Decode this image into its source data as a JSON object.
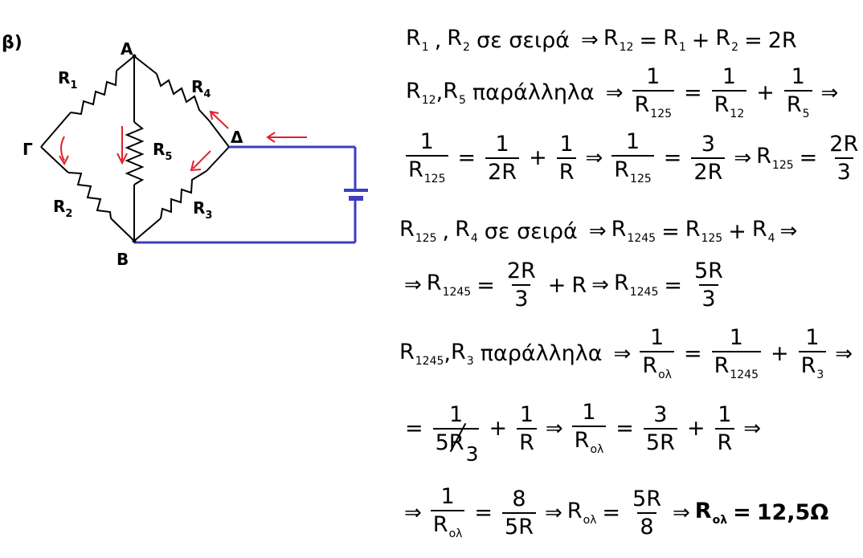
{
  "part_label": "β)",
  "nodes": {
    "A": "A",
    "B": "B",
    "G": "Γ",
    "D": "Δ"
  },
  "resistors": {
    "r1": "R",
    "r1_sub": "1",
    "r2": "R",
    "r2_sub": "2",
    "r3": "R",
    "r3_sub": "3",
    "r4": "R",
    "r4_sub": "4",
    "r5": "R",
    "r5_sub": "5"
  },
  "colors": {
    "wire": "#000000",
    "battery_wire": "#3b3fbf",
    "arrow": "#e0202a"
  },
  "eq": {
    "parallel": "παράλληλα",
    "series": "σε σειρά",
    "l1": {
      "a": "R",
      "a_sub": "1",
      "comma": ",",
      "b": "R",
      "b_sub": "2",
      "c": "R",
      "c_sub": "12",
      "eq1": "=",
      "d": "R",
      "d_sub": "1",
      "plus": "+",
      "e": "R",
      "e_sub": "2",
      "eq2": "=",
      "res": "2R"
    },
    "l2": {
      "a": "R",
      "a_sub": "12",
      "comma": ",",
      "b": "R",
      "b_sub": "5",
      "f1_num": "1",
      "f1_den": "R",
      "f1_den_sub": "125",
      "eq": "=",
      "f2_num": "1",
      "f2_den": "R",
      "f2_den_sub": "12",
      "plus": "+",
      "f3_num": "1",
      "f3_den": "R",
      "f3_den_sub": "5"
    },
    "l3": {
      "f1_num": "1",
      "f1_den": "R",
      "f1_den_sub": "125",
      "eq1": "=",
      "f2_num": "1",
      "f2_den": "2R",
      "plus": "+",
      "f3_num": "1",
      "f3_den": "R",
      "f4_num": "1",
      "f4_den": "R",
      "f4_den_sub": "125",
      "eq2": "=",
      "f5_num": "3",
      "f5_den": "2R",
      "r": "R",
      "r_sub": "125",
      "eq3": "=",
      "f6_num": "2R",
      "f6_den": "3"
    },
    "l4": {
      "a": "R",
      "a_sub": "125",
      "comma": ",",
      "b": "R",
      "b_sub": "4",
      "c": "R",
      "c_sub": "1245",
      "eq": "=",
      "d": "R",
      "d_sub": "125",
      "plus": "+",
      "e": "R",
      "e_sub": "4"
    },
    "l5": {
      "a": "R",
      "a_sub": "1245",
      "eq1": "=",
      "f1_num": "2R",
      "f1_den": "3",
      "plus": "+",
      "r": "R",
      "b": "R",
      "b_sub": "1245",
      "eq2": "=",
      "f2_num": "5R",
      "f2_den": "3"
    },
    "l6": {
      "a": "R",
      "a_sub": "1245",
      "comma": ",",
      "b": "R",
      "b_sub": "3",
      "f1_num": "1",
      "f1_den": "R",
      "f1_den_sub": "ολ",
      "eq": "=",
      "f2_num": "1",
      "f2_den": "R",
      "f2_den_sub": "1245",
      "plus": "+",
      "f3_num": "1",
      "f3_den": "R",
      "f3_den_sub": "3"
    },
    "l7": {
      "eq1": "=",
      "f1_num": "1",
      "f1_den": "5R",
      "f1_den_div": "3",
      "plus1": "+",
      "f2_num": "1",
      "f2_den": "R",
      "f3_num": "1",
      "f3_den": "R",
      "f3_den_sub": "ολ",
      "eq2": "=",
      "f4_num": "3",
      "f4_den": "5R",
      "plus2": "+",
      "f5_num": "1",
      "f5_den": "R"
    },
    "l8": {
      "f1_num": "1",
      "f1_den": "R",
      "f1_den_sub": "ολ",
      "eq1": "=",
      "f2_num": "8",
      "f2_den": "5R",
      "r": "R",
      "r_sub": "ολ",
      "eq2": "=",
      "f3_num": "5R",
      "f3_den": "8",
      "final_r": "R",
      "final_sub": "ολ",
      "final_eq": "=",
      "final_val": "12,5Ω"
    }
  }
}
